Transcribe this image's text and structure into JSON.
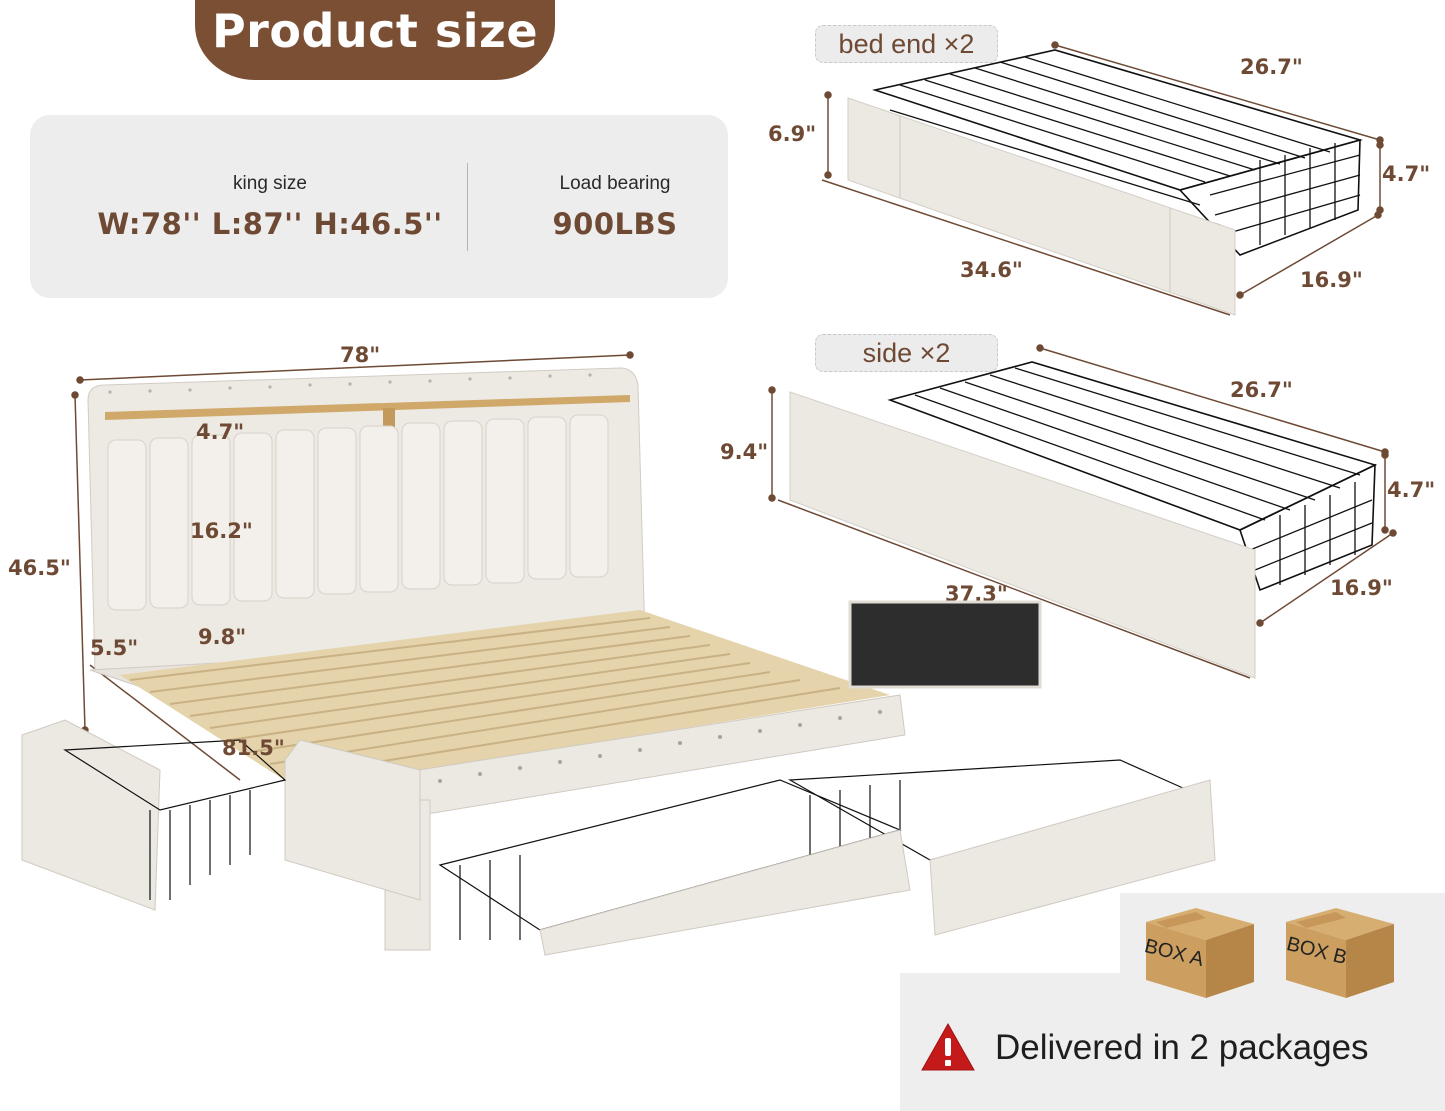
{
  "title": "Product size",
  "specs": {
    "size_label": "king size",
    "dimensions": "W:78''  L:87''  H:46.5''",
    "load_label": "Load bearing",
    "load_value": "900LBS"
  },
  "bed_end_drawer": {
    "tag": "bed end ×2",
    "depth": "26.7\"",
    "front_height": "6.9\"",
    "basket_height": "4.7\"",
    "front_width": "34.6\"",
    "basket_width": "16.9\""
  },
  "side_drawer": {
    "tag": "side ×2",
    "depth": "26.7\"",
    "front_height": "9.4\"",
    "basket_height": "4.7\"",
    "front_width": "37.3\"",
    "basket_width": "16.9\""
  },
  "bed_dimensions": {
    "width": "78\"",
    "total_height": "46.5\"",
    "shelf_height": "4.7\"",
    "headboard_panel": "16.2\"",
    "headboard_gap": "9.8\"",
    "clearance": "5.5\"",
    "length": "81.5\""
  },
  "packaging": {
    "box_a": "BOX A",
    "box_b": "BOX B",
    "notice": "Delivered in 2 packages",
    "warning_icon": "warning-triangle-icon"
  },
  "colors": {
    "accent_brown": "#7a4f34",
    "dimension_brown": "#6e4a35",
    "panel_gray": "#ededed",
    "upholstery_cream": "#ebe6df",
    "slat_wood": "#e1cfa6",
    "box_cardboard": "#c89b5c",
    "warning_red": "#c51a1a"
  }
}
